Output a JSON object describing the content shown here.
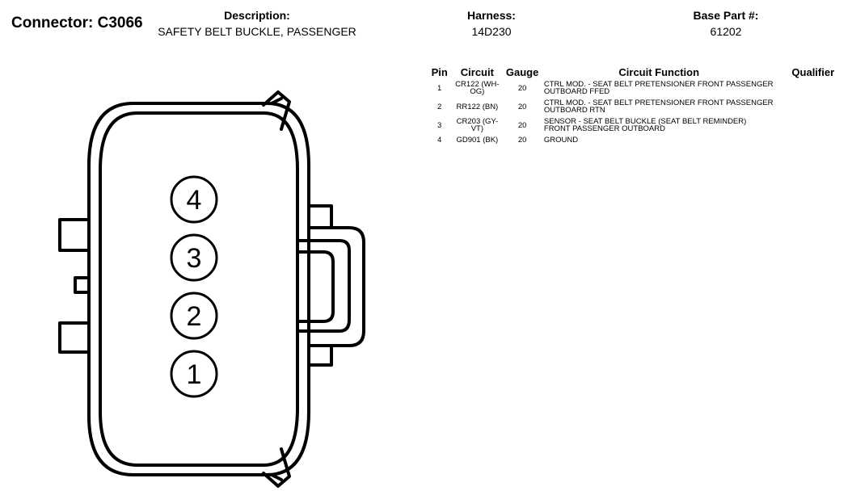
{
  "connector": {
    "label": "Connector: C3066"
  },
  "header": {
    "description_label": "Description:",
    "description_value": "SAFETY BELT BUCKLE, PASSENGER",
    "harness_label": "Harness:",
    "harness_value": "14D230",
    "base_part_label": "Base Part #:",
    "base_part_value": "61202"
  },
  "table": {
    "columns": [
      "Pin",
      "Circuit",
      "Gauge",
      "Circuit Function",
      "Qualifier"
    ],
    "rows": [
      {
        "pin": "1",
        "circuit": "CR122 (WH-OG)",
        "gauge": "20",
        "function": "CTRL MOD. - SEAT BELT PRETENSIONER FRONT PASSENGER OUTBOARD FFED",
        "qualifier": ""
      },
      {
        "pin": "2",
        "circuit": "RR122 (BN)",
        "gauge": "20",
        "function": "CTRL MOD. - SEAT BELT PRETENSIONER FRONT PASSENGER OUTBOARD RTN",
        "qualifier": ""
      },
      {
        "pin": "3",
        "circuit": "CR203 (GY-VT)",
        "gauge": "20",
        "function": "SENSOR - SEAT BELT BUCKLE (SEAT BELT REMINDER) FRONT PASSENGER OUTBOARD",
        "qualifier": ""
      },
      {
        "pin": "4",
        "circuit": "GD901 (BK)",
        "gauge": "20",
        "function": "GROUND",
        "qualifier": ""
      }
    ]
  },
  "diagram": {
    "pins": [
      "4",
      "3",
      "2",
      "1"
    ]
  }
}
